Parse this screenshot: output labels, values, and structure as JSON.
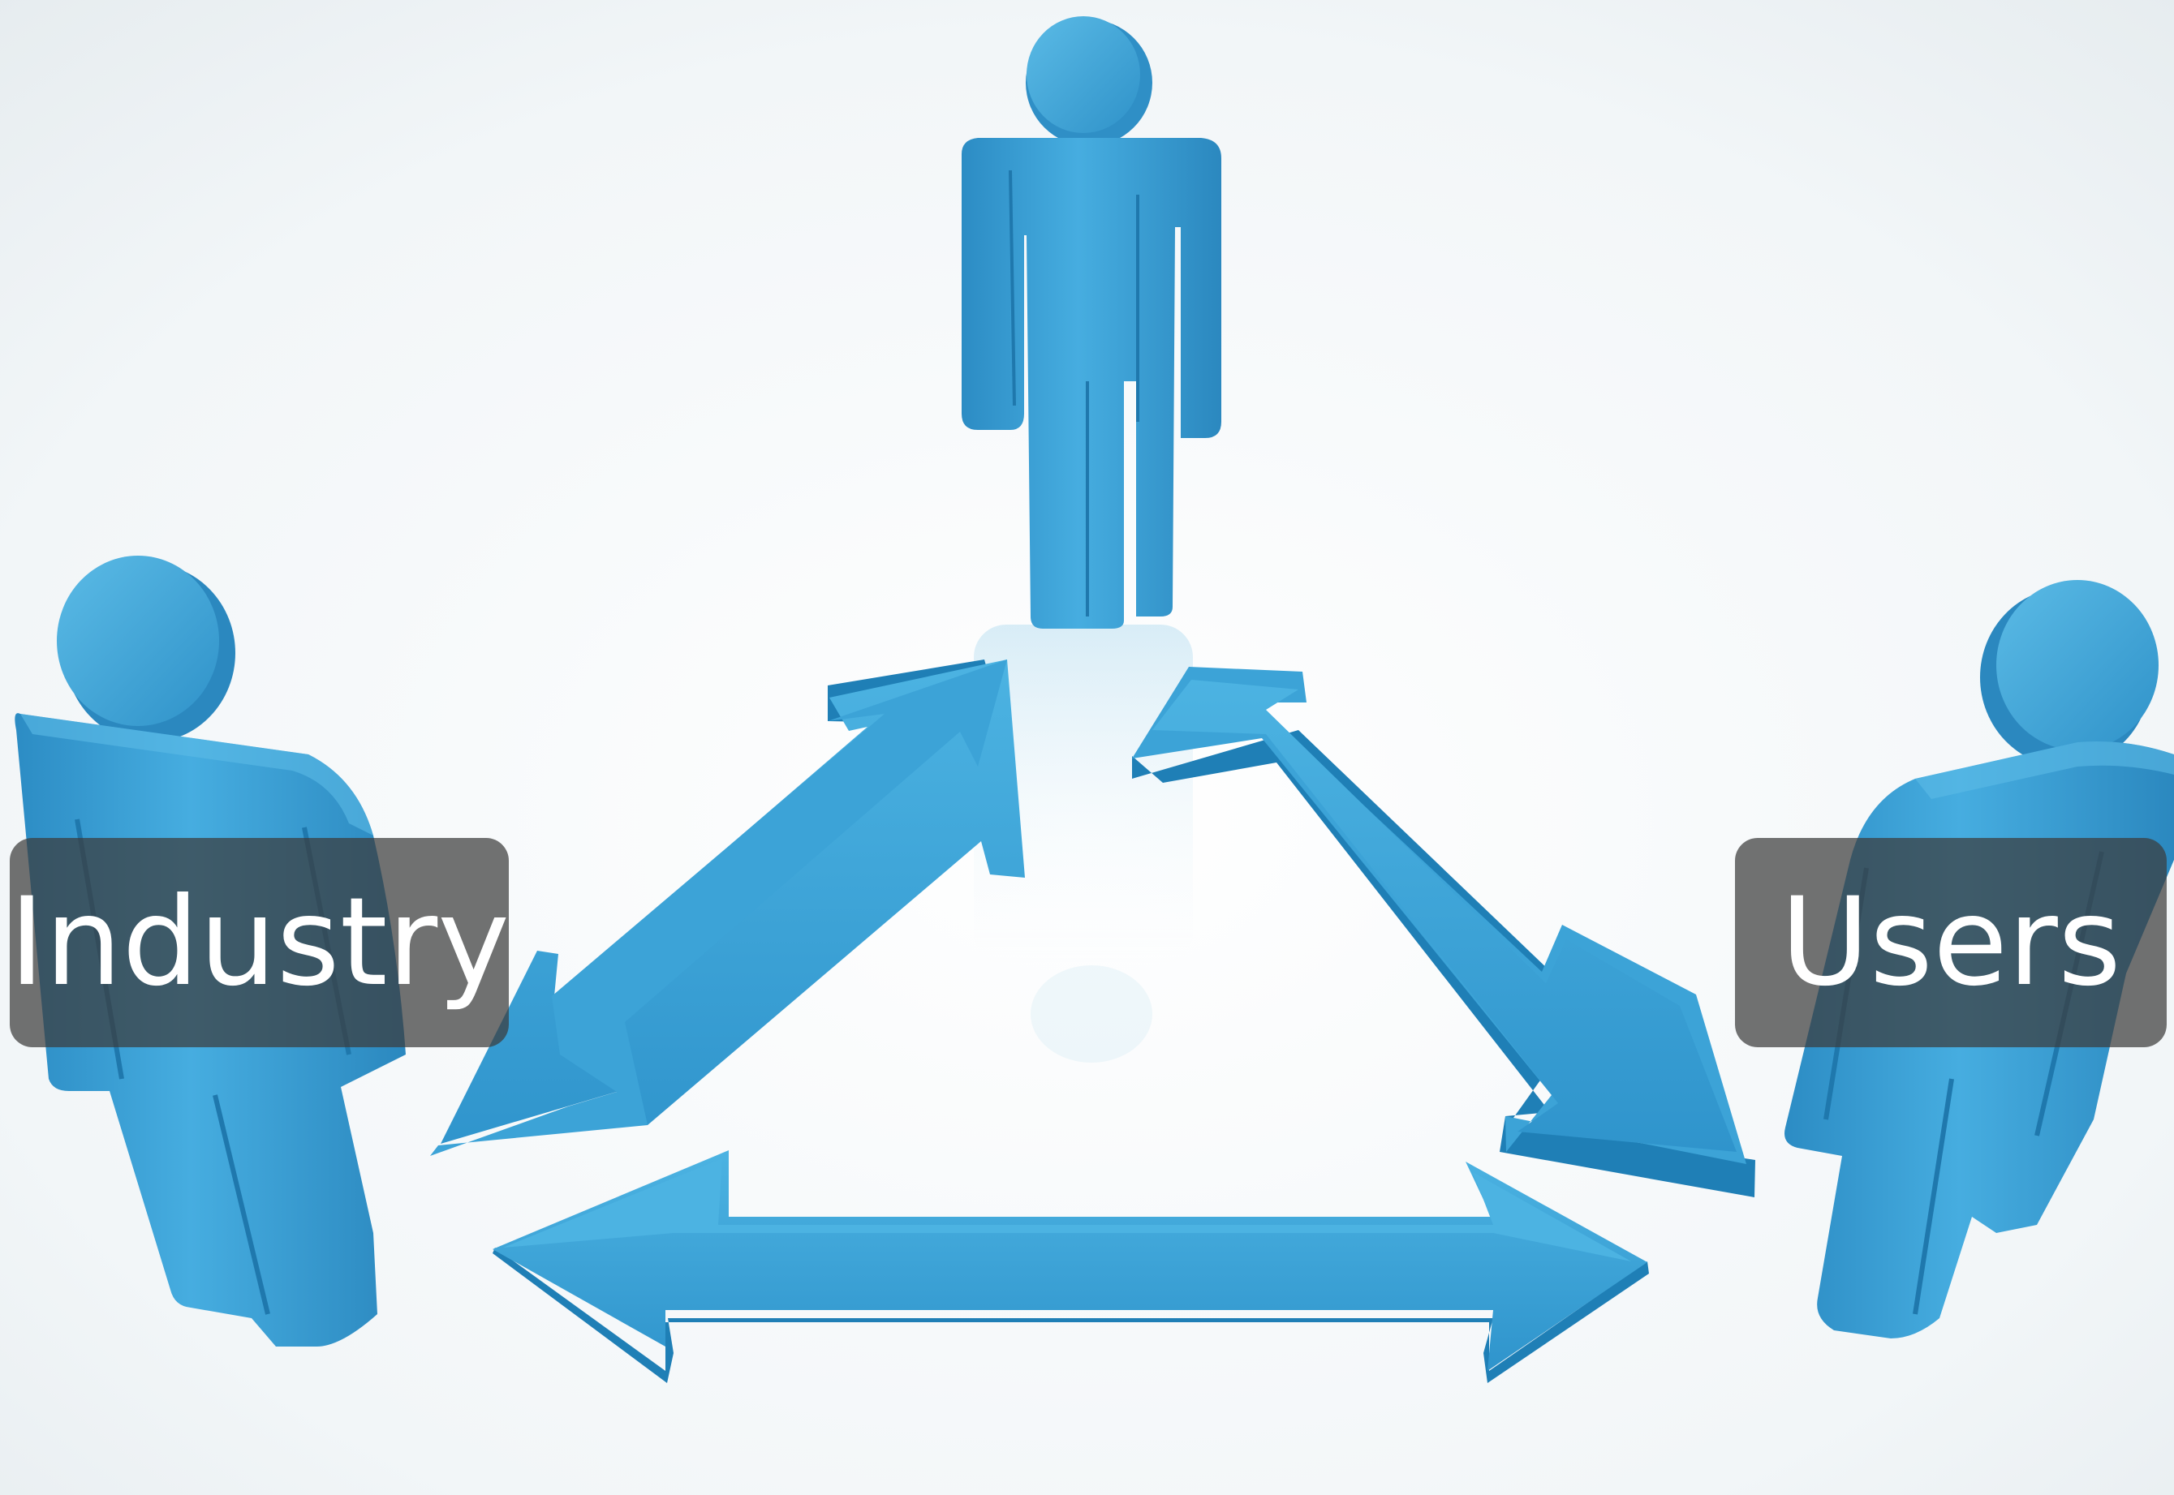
{
  "labels": {
    "left": "Industry",
    "right": "Users"
  },
  "colors": {
    "figure": "#3a9fd3",
    "figure_dark": "#1f7fb4",
    "figure_light": "#6cc3ea",
    "arrow": "#3ca3d7",
    "arrow_side": "#1f7fb6",
    "background": "#f3f6f8",
    "label_bg": "#3c3c3c",
    "label_text": "#ffffff"
  },
  "figures": [
    {
      "role": "left-person",
      "icon": "person-icon"
    },
    {
      "role": "top-person",
      "icon": "person-icon"
    },
    {
      "role": "right-person",
      "icon": "person-icon"
    }
  ],
  "arrows": [
    {
      "from": "left-person",
      "to": "top-person",
      "type": "bidirectional"
    },
    {
      "from": "top-person",
      "to": "right-person",
      "type": "bidirectional"
    },
    {
      "from": "left-person",
      "to": "right-person",
      "type": "bidirectional"
    }
  ]
}
